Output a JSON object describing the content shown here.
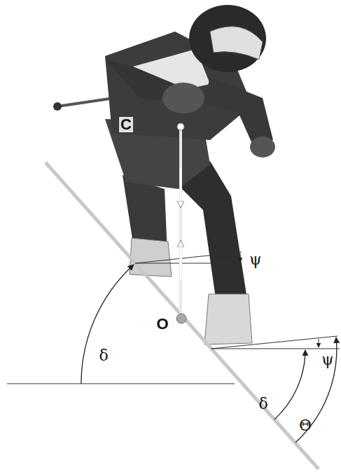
{
  "diagram": {
    "labels": [
      "C",
      "ψ",
      "δ",
      "O",
      "ψ",
      "δ",
      "Θ"
    ]
  }
}
